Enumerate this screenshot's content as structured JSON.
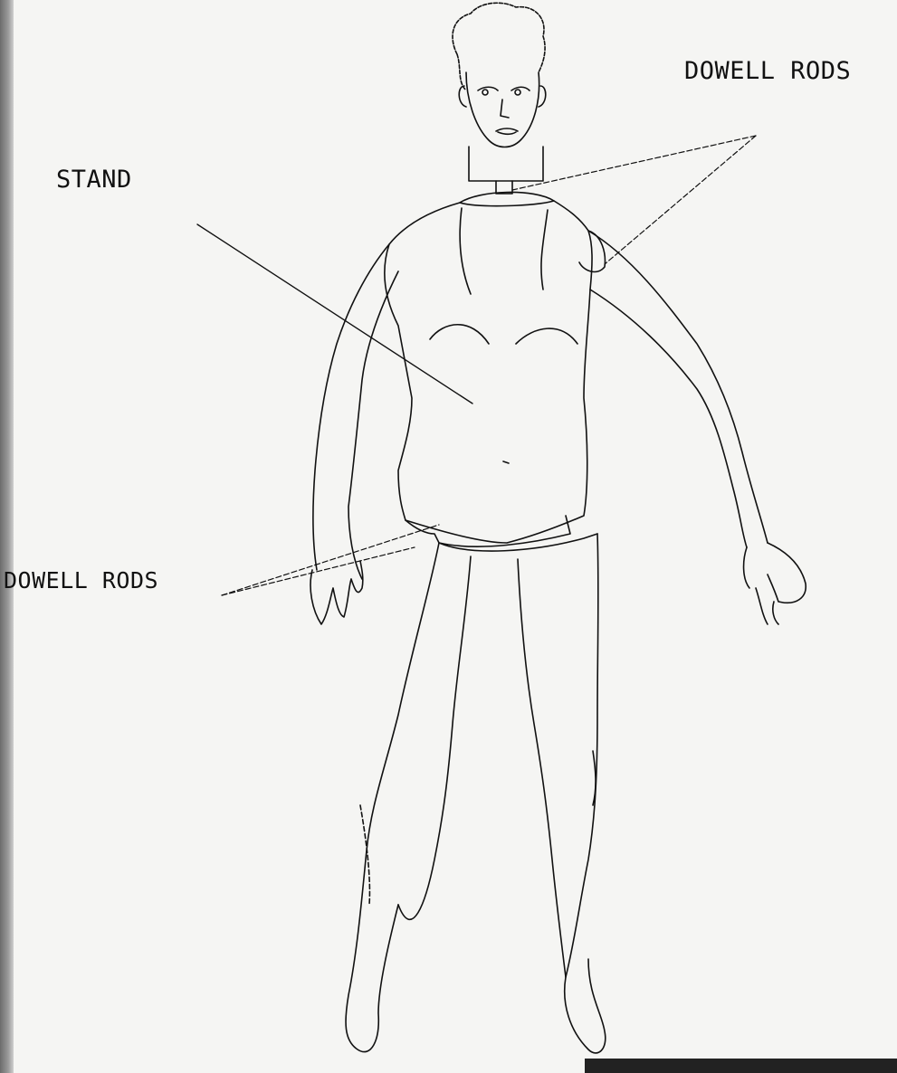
{
  "labels": {
    "dowell_rods_top": "DOWELL RODS",
    "stand": "STAND",
    "dowell_rods_left": "DOWELL RODS"
  },
  "colors": {
    "background": "#f5f5f3",
    "ink": "#111111",
    "margin_shadow": "#8a8a8a",
    "corner_bar": "#222222"
  }
}
